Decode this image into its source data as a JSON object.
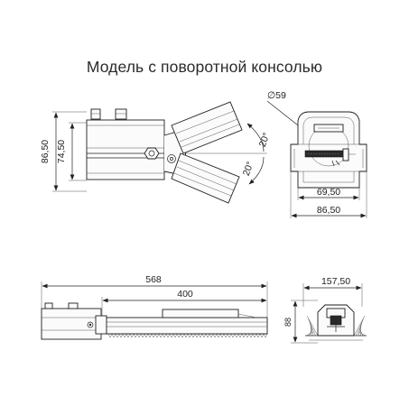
{
  "title": "Модель с поворотной консолью",
  "dimensions": {
    "side_height_total": "86,50",
    "side_height_body": "74,50",
    "angle_top": "20°",
    "angle_bottom": "20°",
    "diameter": "∅59",
    "front_inner_width": "69,50",
    "front_total_width": "86,50",
    "bottom_length_total": "568",
    "bottom_length_body": "400",
    "end_width": "157,50",
    "end_height": "88"
  },
  "colors": {
    "line": "#222222",
    "body_fill": "#fbfbfb",
    "led_fill": "#2a2a2a"
  }
}
